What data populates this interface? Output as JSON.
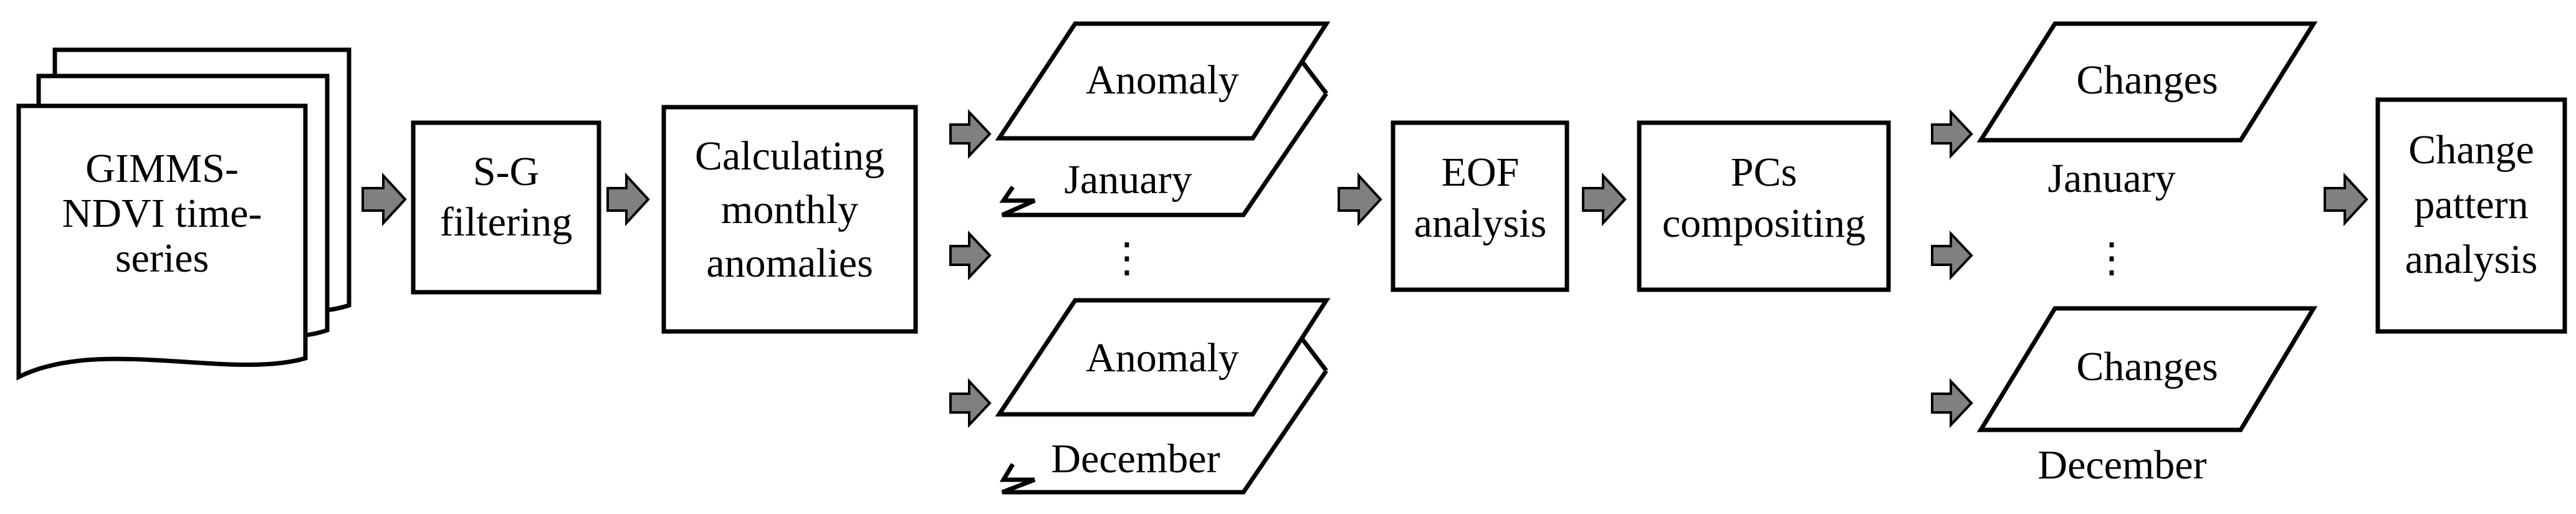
{
  "diagram": {
    "input": {
      "lines": [
        "GIMMS-",
        "NDVI time-",
        "series"
      ]
    },
    "sg_filter": {
      "lines": [
        "S-G",
        "filtering"
      ]
    },
    "monthly": {
      "lines": [
        "Calculating",
        "monthly",
        "anomalies"
      ]
    },
    "anomaly_top": {
      "label": "Anomaly",
      "month": "January"
    },
    "anomaly_ellipsis": "⋮",
    "anomaly_bottom": {
      "label": "Anomaly",
      "month": "December"
    },
    "eof": {
      "lines": [
        "EOF",
        "analysis"
      ]
    },
    "pcs": {
      "lines": [
        "PCs",
        "compositing"
      ]
    },
    "changes_top": {
      "label": "Changes",
      "month": "January"
    },
    "changes_ellipsis": "⋮",
    "changes_bottom": {
      "label": "Changes",
      "month": "December"
    },
    "pattern": {
      "lines": [
        "Change",
        "pattern",
        "analysis"
      ]
    },
    "colors": {
      "arrow_fill": "#808080",
      "stroke": "#000000",
      "background": "#ffffff"
    }
  }
}
